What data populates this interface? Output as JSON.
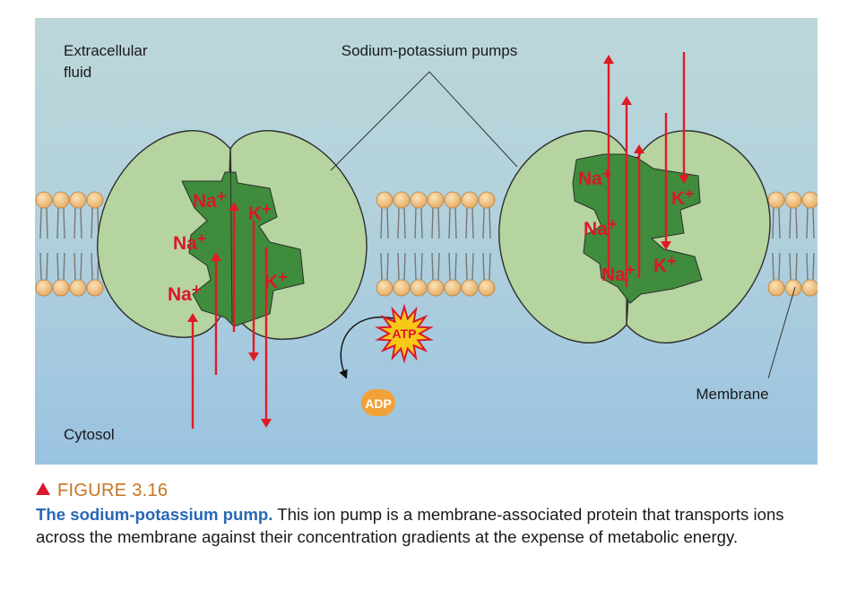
{
  "labels": {
    "extracellular_line1": "Extracellular",
    "extracellular_line2": "fluid",
    "pumps": "Sodium-potassium pumps",
    "cytosol": "Cytosol",
    "membrane": "Membrane",
    "atp": "ATP",
    "adp": "ADP"
  },
  "ions": {
    "sodium": "Na",
    "potassium": "K",
    "charge": "+"
  },
  "caption": {
    "figure_number": "FIGURE 3.16",
    "title": "The sodium-potassium pump.",
    "body": " This ion pump is a membrane-associated protein that transports ions across the membrane against their concentration gradients at the expense of metabolic energy."
  },
  "colors": {
    "extracellular_top": "#b9d6db",
    "cytosol_bottom": "#9cc4e0",
    "protein_fill": "#b5d49f",
    "binding_site": "#3e8c3c",
    "ion_text": "#d9182b",
    "arrow": "#e01b24",
    "lipid_head": "#f2c58a",
    "atp_burst": "#f6c81a",
    "adp_badge": "#f0a238",
    "figure_number": "#c8741f",
    "caption_title": "#2868b4"
  }
}
